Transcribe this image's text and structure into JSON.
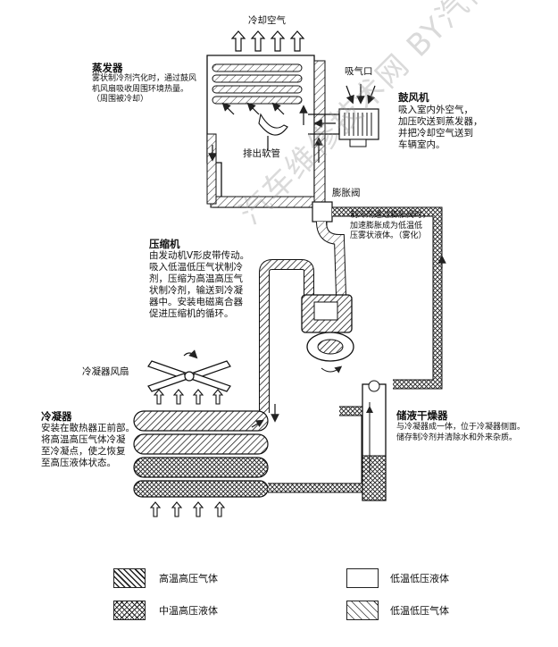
{
  "top": {
    "cooled_air": "冷却空气"
  },
  "evaporator": {
    "title": "蒸发器",
    "desc": "雾状制冷剂汽化时，通过鼓风\n机风扇吸收周围环境热量。\n（周围被冷却）"
  },
  "air_intake": {
    "label": "吸气口"
  },
  "blower": {
    "title": "鼓风机",
    "desc": "吸入室内外空气，\n加压吹送到蒸发器，\n并把冷却空气送到\n车辆室内。"
  },
  "drain_hose": {
    "label": "排出软管"
  },
  "expansion_valve": {
    "title": "膨胀阀",
    "desc": "制冷剂通过膨胀阀时，\n加速膨胀成为低温低\n压雾状液体。（雾化）"
  },
  "compressor": {
    "title": "压缩机",
    "desc": "由发动机V形皮带传动。\n吸入低温低压气状制冷\n剂，压缩为高温高压气\n状制冷剂，输送到冷凝\n器中。安装电磁离合器\n促进压缩机的循环。"
  },
  "condenser_fan": {
    "label": "冷凝器风扇"
  },
  "condenser": {
    "title": "冷凝器",
    "desc": "安装在散热器正前部。\n将高温高压气体冷凝\n至冷凝点，使之恢复\n至高压液体状态。"
  },
  "receiver_drier": {
    "title": "储液干燥器",
    "desc": "与冷凝器成一体，位于冷凝器侧面。\n储存制冷剂并清除水和外来杂质。"
  },
  "watermark": "汽车维修技术网 BY汽修",
  "legend": [
    {
      "pattern": "hatch",
      "label": "高温高压气体"
    },
    {
      "pattern": "blank",
      "label": "低温低压液体"
    },
    {
      "pattern": "cross",
      "label": "中温高压液体"
    },
    {
      "pattern": "hatch-light",
      "label": "低温低压气体"
    }
  ]
}
